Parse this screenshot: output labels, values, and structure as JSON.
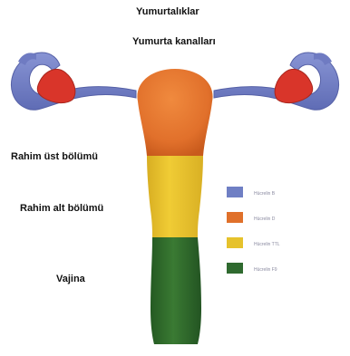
{
  "labels": {
    "ovaries": "Yumurtalıklar",
    "fallopian_tubes": "Yumurta kanalları",
    "upper_uterus": "Rahim üst bölümü",
    "lower_uterus": "Rahim alt bölümü",
    "vagina": "Vajina"
  },
  "legend": [
    {
      "text": "Hücrelin B",
      "color": "#6f7fc4"
    },
    {
      "text": "Hücrelin D",
      "color": "#e0702a"
    },
    {
      "text": "Hücrelin TTL",
      "color": "#e6c22c"
    },
    {
      "text": "Hücrelin F9",
      "color": "#2f6a2f"
    }
  ],
  "colors": {
    "tube_blue": "#7683c8",
    "ovary_red": "#d9352a",
    "fundus_orange": "#e1702b",
    "cervix_yellow": "#e8c22d",
    "vagina_green": "#2f6d2c"
  }
}
